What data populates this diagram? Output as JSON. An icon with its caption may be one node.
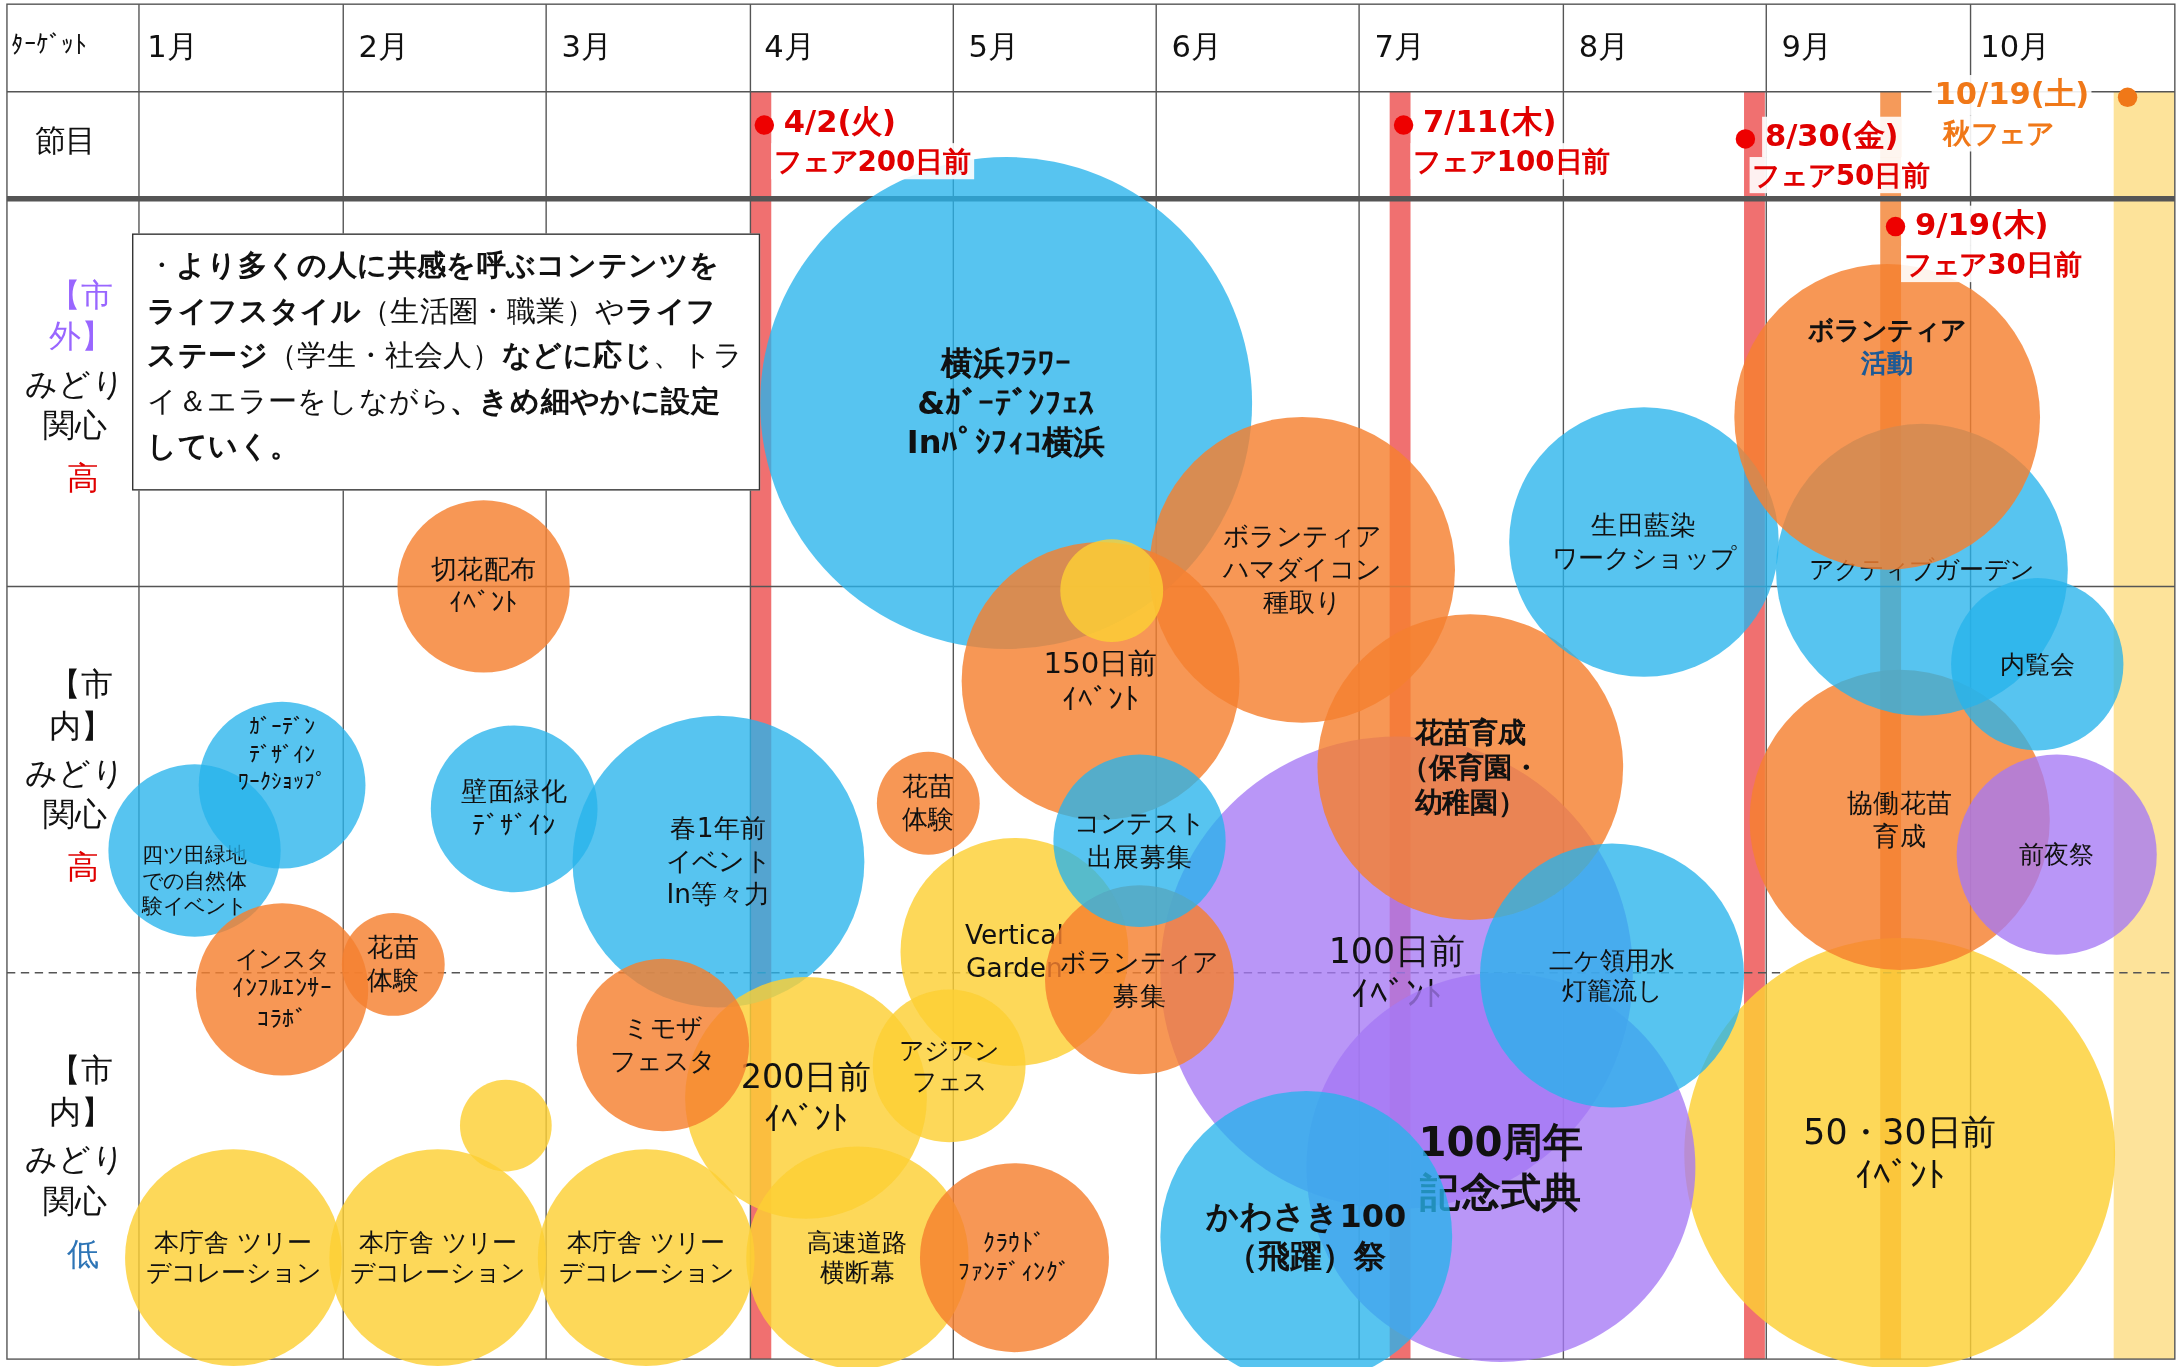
{
  "diagram": {
    "nodes": [
      {
        "text": [
          "・**より多くの人に共感を呼ぶコンテンツをライフスタイル**（生活圏・職業）や**ライフステージ**（学生・社会人）**などに応じ**、トライ＆エラーをしながら**、きめ細やかに設定していく。**"
        ]
      },
      {
        "text": [
          "横浜ﾌﾗﾜｰ&ｶﾞｰﾃﾞﾝﾌｪｽInﾊﾟｼﾌｨｺ横浜"
        ]
      },
      {
        "text": [
          "生田藍染ワークショップ"
        ]
      },
      {
        "text": [
          "ボランティア",
          "活動"
        ]
      },
      {
        "text": [
          "ボランティアハマダイコン種取り"
        ]
      },
      {
        "text": [
          "アクティブガーデン"
        ]
      },
      {
        "text": [
          "切花配布ｲﾍﾞﾝﾄ"
        ]
      },
      {
        "text": [],
        "shape": "circle"
      },
      {
        "text": [
          "150日前ｲﾍﾞﾝﾄ"
        ]
      },
      {
        "text": [
          "内覧会"
        ]
      },
      {
        "text": [
          "花苗育成（保育園・幼稚園）"
        ]
      },
      {
        "text": [
          "ｶﾞｰﾃﾞﾝﾃﾞｻﾞｲﾝﾜｰｸｼｮｯﾌﾟ"
        ]
      },
      {
        "text": [
          "花苗体験"
        ]
      },
      {
        "text": [
          "壁面緑化ﾃﾞｻﾞｲﾝ"
        ]
      },
      {
        "text": [
          "協働花苗育成"
        ]
      },
      {
        "text": [
          "コンテスト出展募集"
        ]
      },
      {
        "text": [
          "四ツ田緑地での自然体験イベント"
        ]
      },
      {
        "text": [
          "前夜祭"
        ]
      },
      {
        "text": [
          "春1年前イベントIn等々力"
        ]
      },
      {
        "text": [
          "Vertical Garden"
        ]
      },
      {
        "text": [
          "花苗体験"
        ]
      },
      {
        "text": [
          "100日前ｲﾍﾞﾝﾄ"
        ]
      },
      {
        "text": [
          "二ケ領用水灯籠流し"
        ]
      },
      {
        "text": [
          "ボランティア募集"
        ]
      },
      {
        "text": [
          "インスタｲﾝﾌﾙｴﾝｻｰｺﾗﾎﾞ"
        ]
      },
      {
        "text": [
          "ミモザフェスタ"
        ]
      },
      {
        "text": [
          "アジアンフェス"
        ]
      },
      {
        "text": [
          "200日前ｲﾍﾞﾝﾄ"
        ]
      },
      {
        "text": [],
        "shape": "circle"
      },
      {
        "text": [
          "100周年記念式典"
        ]
      },
      {
        "text": [
          "50・30日前ｲﾍﾞﾝﾄ"
        ]
      },
      {
        "text": [
          "かわさき100（飛躍）祭"
        ]
      },
      {
        "text": [
          "本庁舎 ツリーデコレーション"
        ]
      },
      {
        "text": [
          "本庁舎 ツリーデコレーション"
        ]
      },
      {
        "text": [
          "本庁舎 ツリーデコレーション"
        ]
      },
      {
        "text": [
          "高速道路横断幕"
        ]
      },
      {
        "text": [
          "ｸﾗｳﾄﾞﾌｧﾝﾃﾞｨﾝｸﾞ"
        ]
      }
    ],
    "labels": [
      "ﾀｰｹﾞｯﾄ",
      "1月",
      "2月",
      "3月",
      "4月",
      "5月",
      "6月",
      "7月",
      "8月",
      "9月",
      "10月",
      "節目",
      "4/2(火)",
      "フェア200日前",
      "7/11(木)",
      "フェア100日前",
      "8/30(金)",
      "フェア50日前",
      "10/19(土)",
      "秋フェア",
      "9/19(木)",
      "フェア30日前",
      "【市外】",
      "みどり関心",
      "高",
      "【市内】",
      "みどり関心",
      "高",
      "【市内】",
      "みどり関心",
      "低"
    ]
  }
}
